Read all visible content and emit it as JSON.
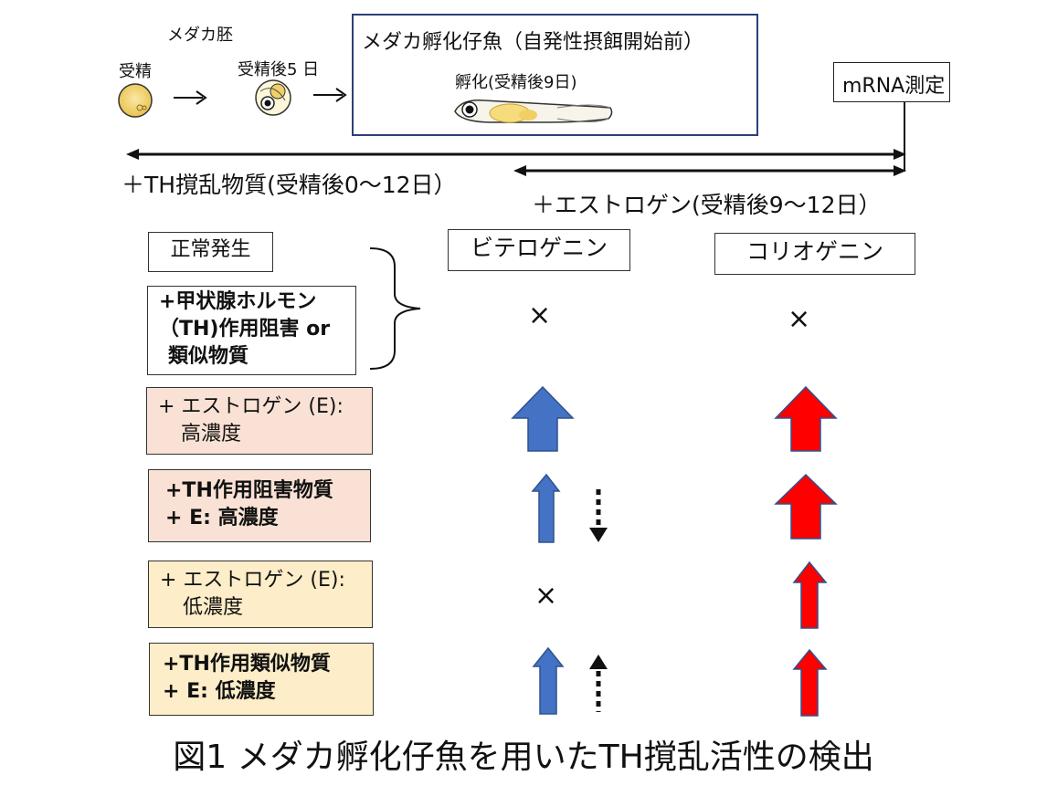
{
  "header": {
    "embryo_title": "メダカ胚",
    "fertilization": "受精",
    "day5": "受精後5 日",
    "larva_title": "メダカ孵化仔魚（自発性摂餌開始前）",
    "hatch": "孵化(受精後9日)",
    "mrna": "mRNA測定"
  },
  "timeline": {
    "th_exposure": "＋TH撹乱物質(受精後0〜12日）",
    "estrogen_exposure": "＋エストロゲン(受精後9〜12日）"
  },
  "genes": {
    "vitellogenin": "ビテロゲニン",
    "choriogenin": "コリオゲニン"
  },
  "conditions": {
    "normal": "正常発生",
    "th_inhibit_line1": "+甲状腺ホルモン",
    "th_inhibit_line2": "（TH)作用阻害 or",
    "th_inhibit_line3": "類似物質",
    "e_high_line1": "+ エストロゲン (E):",
    "e_high_line2": "高濃度",
    "th_inhib_e_high_line1": "+TH作用阻害物質",
    "th_inhib_e_high_line2": "+ E: 高濃度",
    "e_low_line1": "+ エストロゲン (E):",
    "e_low_line2": "低濃度",
    "th_mimic_e_low_line1": "+TH作用類似物質",
    "th_mimic_e_low_line2": "+ E: 低濃度"
  },
  "marks": {
    "none": "×"
  },
  "colors": {
    "vitellogenin_arrow": "#4472c4",
    "choriogenin_arrow": "#ff0000",
    "pink_box": "#f9e2d5",
    "yellow_box": "#fdedc8",
    "larva_box_border": "#2c3f78"
  },
  "caption": "図1 メダカ孵化仔魚を用いたTH撹乱活性の検出"
}
